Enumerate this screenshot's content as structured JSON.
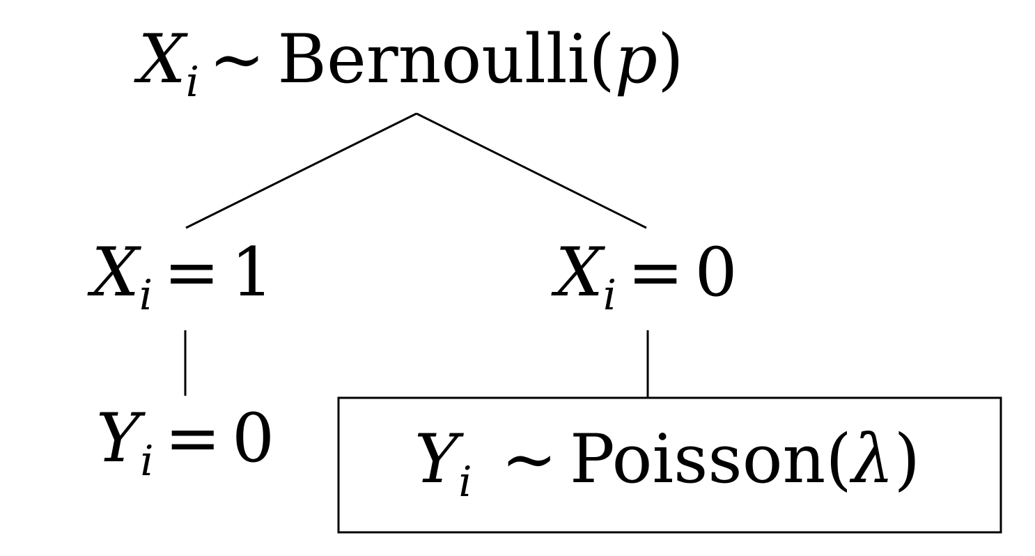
{
  "nodes": {
    "root": {
      "variable": "X",
      "subscript": "i",
      "relation": "∼",
      "distribution": "Bernoulli",
      "open_paren": "(",
      "parameter": "p",
      "close_paren": ")"
    },
    "left_branch": {
      "variable": "X",
      "subscript": "i",
      "relation": "=",
      "value": "1"
    },
    "right_branch": {
      "variable": "X",
      "subscript": "i",
      "relation": "=",
      "value": "0"
    },
    "left_leaf": {
      "variable": "Y",
      "subscript": "i",
      "relation": "=",
      "value": "0"
    },
    "right_leaf": {
      "variable": "Y",
      "subscript": "i",
      "relation": "∼",
      "distribution": "Poisson",
      "open_paren": "(",
      "parameter": "λ",
      "close_paren": ")"
    }
  },
  "colors": {
    "ink": "#000000",
    "background": "#ffffff"
  }
}
